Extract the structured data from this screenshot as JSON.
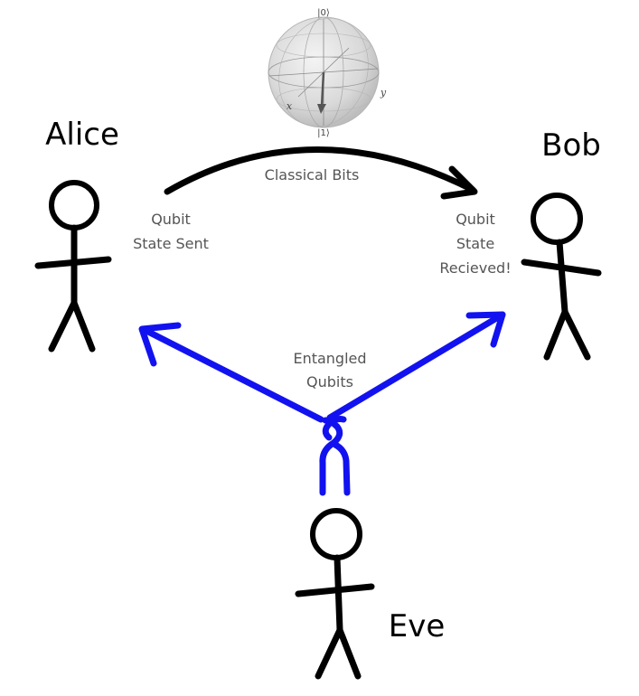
{
  "people": {
    "alice": "Alice",
    "bob": "Bob",
    "eve": "Eve"
  },
  "labels": {
    "classical_bits": "Classical Bits",
    "sent_line1": "Qubit",
    "sent_line2": "State Sent",
    "received_line1": "Qubit",
    "received_line2": "State",
    "received_line3": "Recieved!",
    "entangled_line1": "Entangled",
    "entangled_line2": "Qubits"
  },
  "bloch_sphere": {
    "top_state": "|0⟩",
    "bottom_state": "|1⟩",
    "x_axis": "x",
    "y_axis": "y"
  },
  "colors": {
    "ink": "#000000",
    "entangled_arrows": "#1212f0",
    "label_text": "#555555"
  }
}
